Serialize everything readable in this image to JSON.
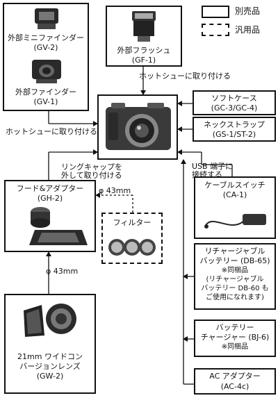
{
  "legend": {
    "separate_item": "別売品",
    "generic_item": "汎用品"
  },
  "accessories": {
    "mini_finder": {
      "name": "外部ミニファインダー",
      "model": "(GV-2)"
    },
    "finder": {
      "name": "外部ファインダー",
      "model": "(GV-1)"
    },
    "flash": {
      "name": "外部フラッシュ",
      "model": "(GF-1)"
    },
    "soft_case": {
      "name": "ソフトケース",
      "model": "(GC-3/GC-4)"
    },
    "neck_strap": {
      "name": "ネックストラップ",
      "model": "(GS-1/ST-2)"
    },
    "hood_adapter": {
      "name": "フード&アダプター",
      "model": "(GH-2)"
    },
    "filter": {
      "name": "フィルター"
    },
    "cable_switch": {
      "name": "ケーブルスイッチ",
      "model": "(CA-1)"
    },
    "battery": {
      "line1": "リチャージャブル",
      "line2": "バッテリー (DB-65)",
      "included": "※同梱品",
      "note1": "(リチャージャブル",
      "note2": "バッテリー DB-60 も",
      "note3": "ご使用になれます)"
    },
    "charger": {
      "line1": "バッテリー",
      "line2": "チャージャー (BJ-6)",
      "included": "※同梱品"
    },
    "ac_adapter": {
      "name": "AC アダプター",
      "model": "(AC-4c)"
    },
    "wide_lens": {
      "line1": "21mm ワイドコン",
      "line2": "バージョンレンズ",
      "model": "(GW-2)"
    }
  },
  "annotations": {
    "hotshoe_top": "ホットシューに取り付ける",
    "hotshoe_left": "ホットシューに取り付ける",
    "ring_cap_1": "リングキャップを",
    "ring_cap_2": "外して取り付ける",
    "usb_1": "USB 端子に",
    "usb_2": "接続する",
    "filter_size": "φ 43mm",
    "lens_size": "φ 43mm"
  }
}
